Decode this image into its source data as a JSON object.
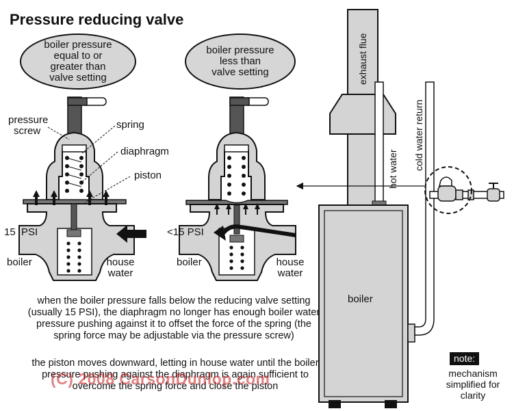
{
  "title": "Pressure reducing valve",
  "left_valve": {
    "bubble": [
      "boiler pressure",
      "equal to or",
      "greater than",
      "valve setting"
    ],
    "labels": {
      "pressure_screw": [
        "pressure",
        "screw"
      ],
      "spring": "spring",
      "diaphragm": "diaphragm",
      "piston": "piston",
      "psi": "15  PSI",
      "boiler": "boiler",
      "house_water": [
        "house",
        "water"
      ]
    }
  },
  "right_valve": {
    "bubble": [
      "boiler pressure",
      "less than",
      "valve setting"
    ],
    "labels": {
      "psi": "<15 PSI",
      "boiler": "boiler",
      "house_water": [
        "house",
        "water"
      ]
    }
  },
  "boiler_side": {
    "exhaust_flue": "exhaust flue",
    "hot_water": "hot water",
    "cold_water_return": "cold water return",
    "boiler": "boiler"
  },
  "description": [
    "when the boiler pressure falls below the reducing valve setting (usually 15 PSI), the diaphragm no longer has enough boiler water pressure pushing against it to offset the force of the spring (the spring force may be adjustable via the pressure screw)",
    "the piston moves downward, letting in house water until the boiler pressure pushing against the diaphragm is again sufficient to overcome the spring force and close the piston"
  ],
  "watermark": "(C) 2008 CarsonDunlop.com",
  "note": {
    "badge": "note:",
    "text": [
      "mechanism",
      "simplified for",
      "clarity"
    ]
  },
  "colors": {
    "valve_body": "#d4d4d4",
    "boiler_body": "#d4d4d4",
    "outline": "#111111",
    "watermark": "#c81e1e"
  }
}
